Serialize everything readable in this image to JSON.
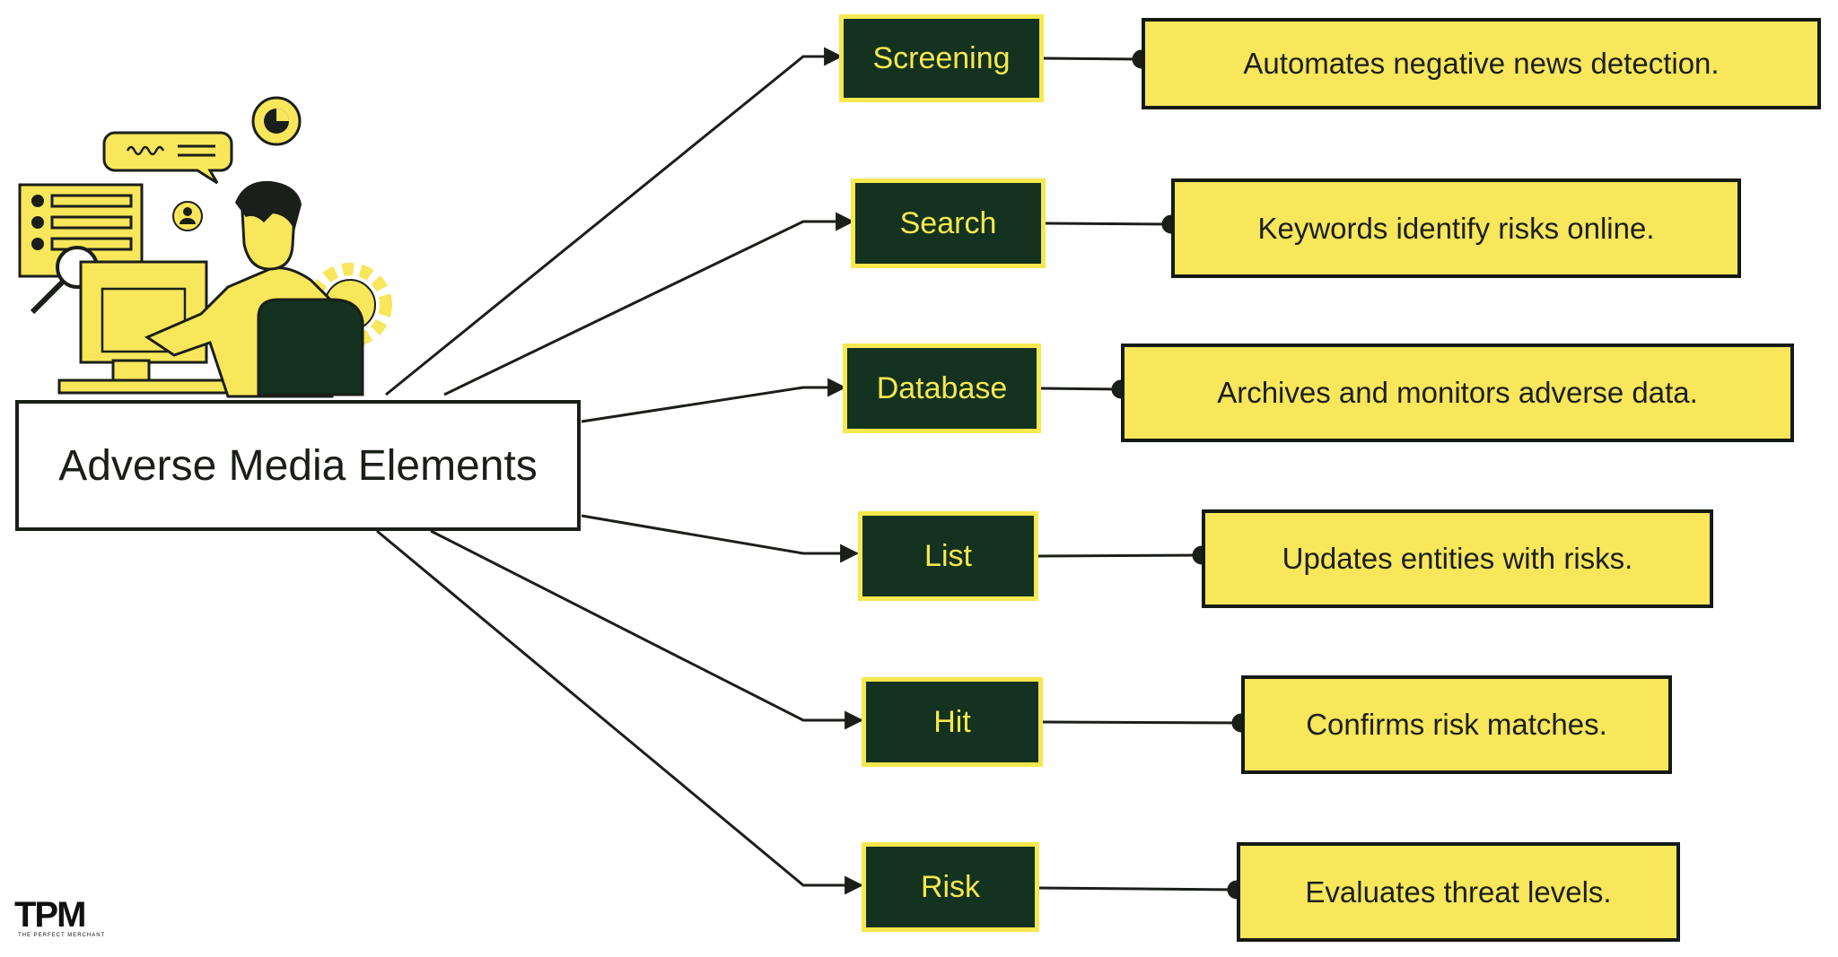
{
  "title": "Adverse Media Elements",
  "colors": {
    "node_fill": "#133220",
    "node_text": "#f6e84e",
    "desc_fill": "#f8e65b",
    "line": "#1b1f1a"
  },
  "elements": [
    {
      "label": "Screening",
      "description": "Automates negative news detection."
    },
    {
      "label": "Search",
      "description": "Keywords identify risks online."
    },
    {
      "label": "Database",
      "description": "Archives and monitors adverse data."
    },
    {
      "label": "List",
      "description": "Updates entities with risks."
    },
    {
      "label": "Hit",
      "description": "Confirms risk matches."
    },
    {
      "label": "Risk",
      "description": "Evaluates threat levels."
    }
  ],
  "logo": {
    "text": "TPM",
    "tagline": "THE PERFECT MERCHANT"
  },
  "illustration": "person-at-computer-illustration"
}
